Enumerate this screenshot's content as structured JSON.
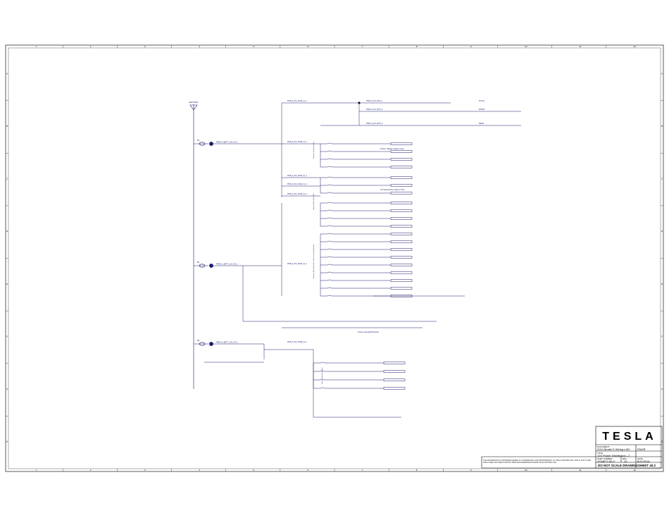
{
  "column_labels": [
    "1",
    "2",
    "3",
    "4",
    "5",
    "6",
    "7",
    "8",
    "9",
    "10",
    "11",
    "12"
  ],
  "row_labels": [
    "A",
    "B",
    "C",
    "D",
    "E",
    "F",
    "G",
    "H"
  ],
  "ground": {
    "label": "GROUND"
  },
  "branches": [
    {
      "id": "b1",
      "label": "B1",
      "wire": "PWR_D_BATT_12V_F1_1"
    },
    {
      "id": "b2",
      "label": "B2",
      "wire": "PWR_D_BATT_12V_F2_1"
    },
    {
      "id": "b3",
      "label": "B3",
      "wire": "PWR_D_BATT_12V_F3_1"
    }
  ],
  "bus_wires": [
    "PWR_D_DC_FUSE_F1_1",
    "PWR_D_DC_FUSE_F1_2",
    "PWR_D_DC_FUSE_F1_3",
    "PWR_D_DC_FUSE_F1_4",
    "PWR_D_DC_FUSE_F1_5",
    "PWR_D_DC_FUSE_F2_1",
    "PWR_D_DC_FUSE_F3_1"
  ],
  "top_circuits": [
    {
      "label": "PWR_D_DC_BUS_1",
      "dest": "DC-DC"
    },
    {
      "label": "PWR_D_DC_BUS_2",
      "dest": "FRONT"
    },
    {
      "label": "PWR_D_DC_BUS_3",
      "dest": "REAR"
    }
  ],
  "fuse_groups": [
    {
      "note": "Fuses in Front Fuse Box"
    },
    {
      "note": "Fuses in Rear Fuse Box"
    },
    {
      "note": "Fuses in Front Fuse Box"
    },
    {
      "note": "Fuses in Rear Fuse Box"
    },
    {
      "note": "Fuses in Rear Fuse Box"
    }
  ],
  "notes": {
    "power_liftgate": "Power Liftgate Option Only",
    "air_suspension": "Air Suspension Option Only",
    "fuse_box_note": "Fuses Internally Bussed"
  },
  "title_block": {
    "doc_label": "DOCUMENT",
    "doc_title": "2014 Model S Wiring LHD",
    "sheet_label": "TITLE",
    "sheet_title": "12V Power Distribution - 2",
    "part_label": "PART NUMBER",
    "part_number": "1034677-00-C",
    "rev_label": "REV",
    "rev": "10",
    "date_label": "DATE",
    "date": "8/11/2014",
    "scale_note": "DO NOT SCALE DRAWING",
    "sheet_no": "SHEET 40.2",
    "designer": "ENGR"
  },
  "logo_text": "TESLA",
  "disclaimer": "THE INFORMATION CONTAINED HEREIN IS CONFIDENTIAL AND PROPRIETARY TO TESLA MOTORS INC. AND IS NOT TO BE DISCLOSED OR USED WITHOUT WRITTEN PERMISSION FROM TESLA MOTORS INC.",
  "colors": {
    "line": "#1a1a6e",
    "frame": "#333333",
    "node": "#000000"
  }
}
